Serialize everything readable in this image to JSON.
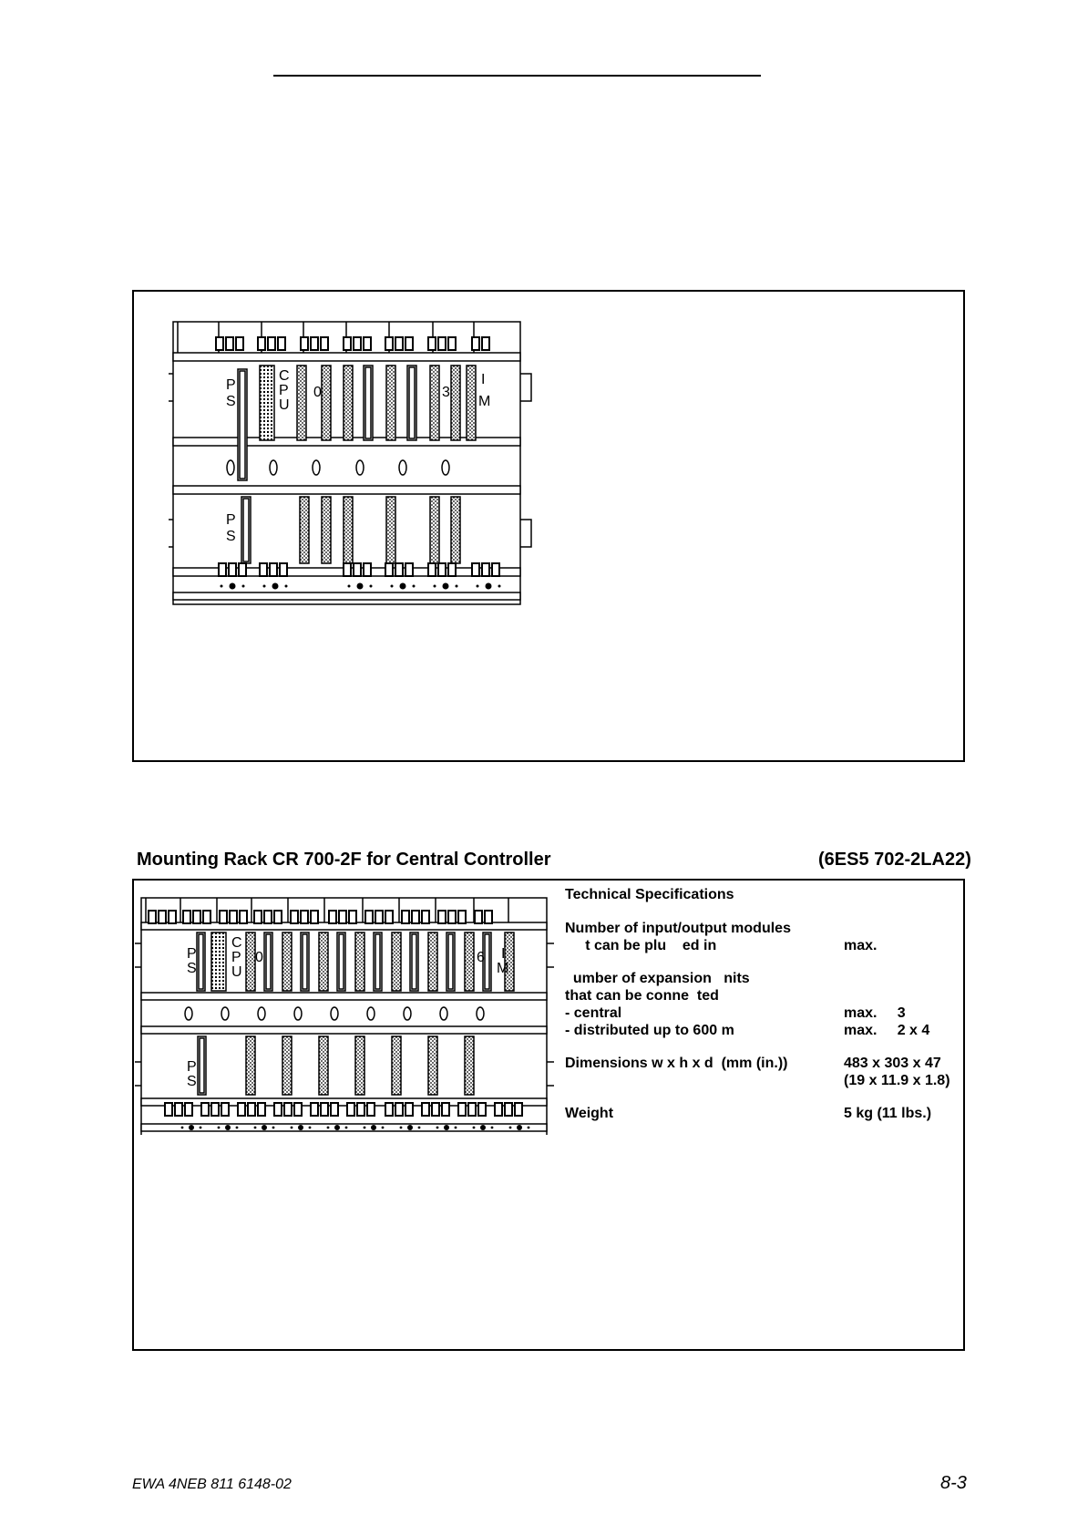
{
  "section": {
    "title": "Mounting Rack CR 700-2F  for Central Controller",
    "order_number": "(6ES5 702-2LA22)"
  },
  "figure1": {
    "labels": {
      "ps_top": "PS",
      "cpu": "CPU",
      "slot_first": "0",
      "slot_last": "3",
      "im": "IM",
      "ps_bottom": "PS"
    }
  },
  "figure2": {
    "labels": {
      "ps_top": "PS",
      "cpu": "CPU",
      "slot_first": "0",
      "slot_last": "6",
      "im": "IM",
      "ps_bottom": "PS"
    }
  },
  "specs": {
    "title": "Technical Specifications",
    "rows": [
      {
        "label": "Number of input/output modules",
        "value": ""
      },
      {
        "label": "     t can be plu    ed in",
        "value": "max."
      },
      {
        "label": "",
        "value": ""
      },
      {
        "label": "  umber of expansion   nits",
        "value": ""
      },
      {
        "label": "that can be conne  ted",
        "value": ""
      },
      {
        "label": "- central",
        "value": "max.     3"
      },
      {
        "label": "- distributed up to 600 m",
        "value": "max.     2 x 4"
      },
      {
        "label": "",
        "value": ""
      },
      {
        "label": "Dimensions w x h x d  (mm (in.))",
        "value": "483 x 303 x 47"
      },
      {
        "label": "",
        "value": "(19 x 11.9 x 1.8)"
      },
      {
        "label": "",
        "value": ""
      },
      {
        "label": "Weight",
        "value": "5 kg (11 lbs.)"
      }
    ]
  },
  "footer": {
    "doc_id": "EWA 4NEB 811 6148-02",
    "page": "8-3"
  }
}
